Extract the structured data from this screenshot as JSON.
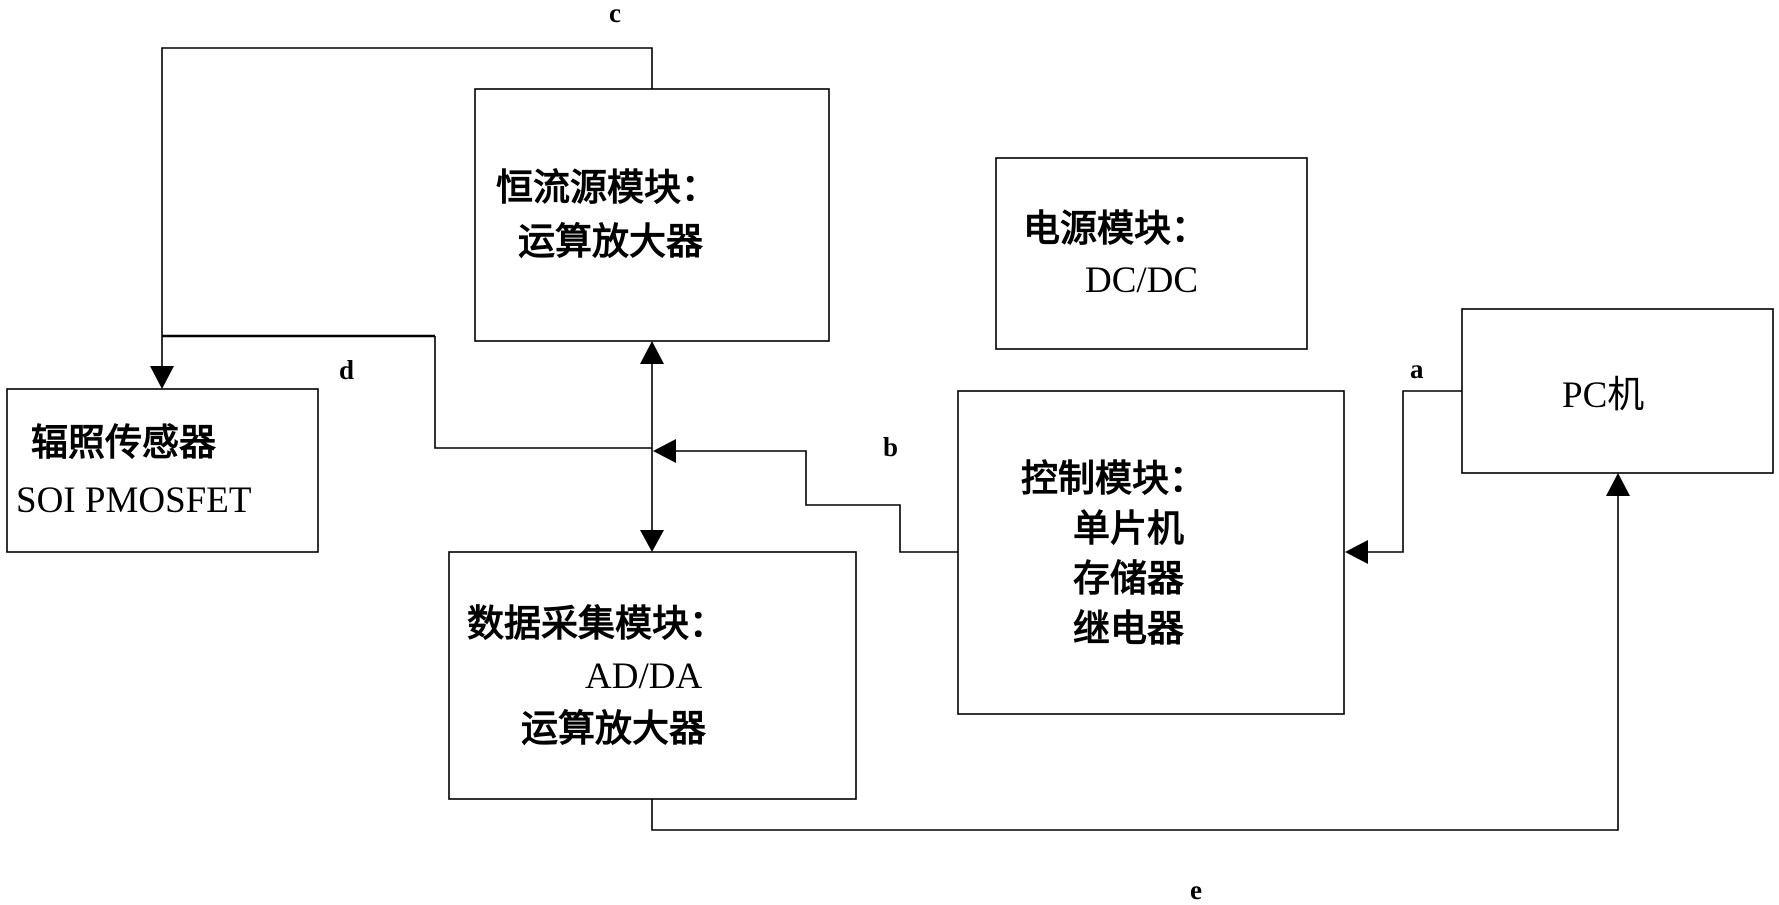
{
  "diagram": {
    "type": "block-diagram",
    "colors": {
      "stroke": "#000000",
      "background": "#ffffff"
    },
    "blocks": {
      "constant_current": {
        "lines": [
          "恒流源模块：",
          "运算放大器"
        ]
      },
      "power": {
        "lines": [
          "电源模块：",
          "DC/DC"
        ]
      },
      "sensor": {
        "lines": [
          "辐照传感器",
          "SOI PMOSFET"
        ]
      },
      "data_acquisition": {
        "lines": [
          "数据采集模块：",
          "AD/DA",
          "运算放大器"
        ]
      },
      "control": {
        "lines": [
          "控制模块：",
          "单片机",
          "存储器",
          "继电器"
        ]
      },
      "pc": {
        "lines": [
          "PC机"
        ]
      }
    },
    "edges": [
      {
        "label": "a",
        "from": "PC机",
        "to": "控制模块"
      },
      {
        "label": "b",
        "from": "控制模块",
        "to": "恒流源模块 / 数据采集模块 bus"
      },
      {
        "label": "c",
        "from": "恒流源模块",
        "to": "辐照传感器"
      },
      {
        "label": "d",
        "from": "辐照传感器 line",
        "to": "恒流源模块 / 数据采集模块 bus"
      },
      {
        "label": "e",
        "from": "数据采集模块",
        "to": "PC机"
      }
    ],
    "bus": {
      "description": "bidirectional link between 恒流源模块 and 数据采集模块"
    }
  }
}
